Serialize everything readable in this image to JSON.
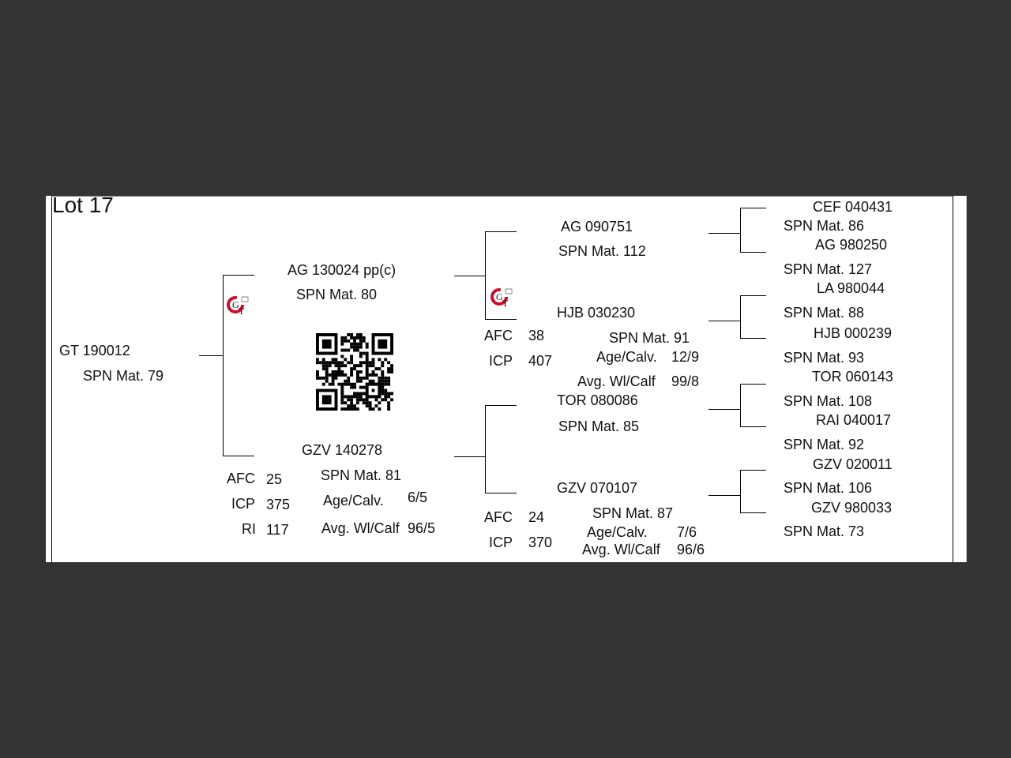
{
  "lot_title": "Lot 17",
  "subject": {
    "id": "GT  190012",
    "spn": "SPN Mat. 79"
  },
  "sire": {
    "id": "AG  130024  pp(c)",
    "spn": "SPN Mat. 80",
    "sire": {
      "id": "AG  090751",
      "spn": "SPN Mat. 112"
    },
    "dam": {
      "id": "HJB 030230",
      "spn": "SPN Mat. 91",
      "afc_label": "AFC",
      "afc": "38",
      "icp_label": "ICP",
      "icp": "407",
      "age_label": "Age/Calv.",
      "age": "12/9",
      "wt_label": "Avg. Wl/Calf",
      "wt": "99/8"
    }
  },
  "dam": {
    "id": "GZV 140278",
    "spn": "SPN Mat. 81",
    "afc_label": "AFC",
    "afc": "25",
    "icp_label": "ICP",
    "icp": "375",
    "ri_label": "RI",
    "ri": "117",
    "age_label": "Age/Calv.",
    "age": "6/5",
    "wt_label": "Avg. Wl/Calf",
    "wt": "96/5",
    "sire": {
      "id": "TOR 080086",
      "spn": "SPN Mat. 85"
    },
    "dam": {
      "id": "GZV 070107",
      "spn": "SPN Mat. 87",
      "afc_label": "AFC",
      "afc": "24",
      "icp_label": "ICP",
      "icp": "370",
      "age_label": "Age/Calv.",
      "age": "7/6",
      "wt_label": "Avg. Wl/Calf",
      "wt": "96/6"
    }
  },
  "gen3": [
    {
      "id": "CEF 040431",
      "spn": "SPN Mat. 86"
    },
    {
      "id": "AG  980250",
      "spn": "SPN Mat. 127"
    },
    {
      "id": "LA  980044",
      "spn": "SPN Mat. 88"
    },
    {
      "id": "HJB 000239",
      "spn": "SPN Mat. 93"
    },
    {
      "id": "TOR 060143",
      "spn": "SPN Mat. 108"
    },
    {
      "id": "RAI 040017",
      "spn": "SPN Mat. 92"
    },
    {
      "id": "GZV 020011",
      "spn": "SPN Mat. 106"
    },
    {
      "id": "GZV 980033",
      "spn": "SPN Mat. 73"
    }
  ],
  "logo": {
    "icon": "gt-logo-icon",
    "letters": "GT",
    "color": "#c8102e"
  }
}
